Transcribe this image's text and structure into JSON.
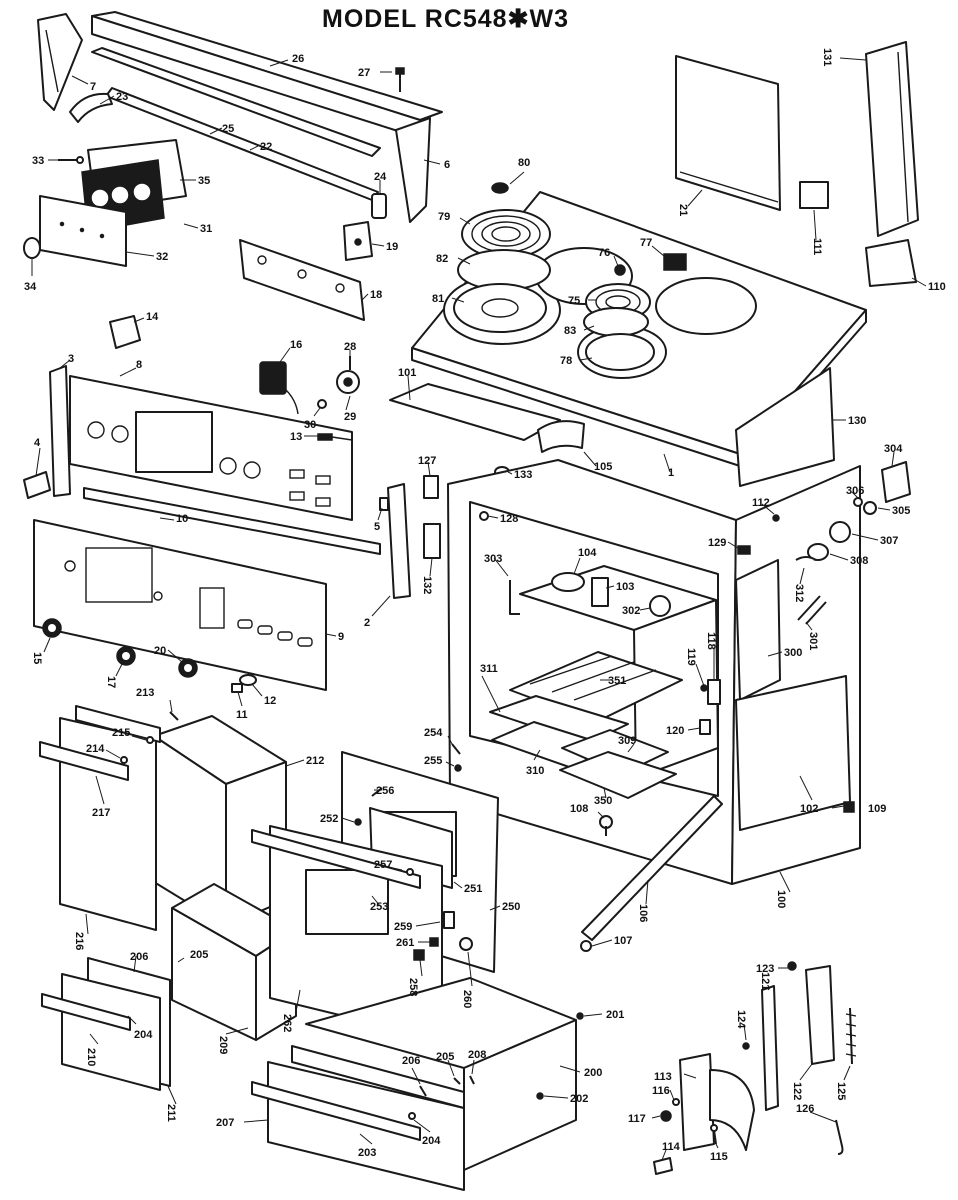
{
  "title": "MODEL RC548✱W3",
  "colors": {
    "ink": "#1a1a1a",
    "paper": "#ffffff"
  },
  "callouts": [
    {
      "id": "c26",
      "label": "26"
    },
    {
      "id": "c27",
      "label": "27"
    },
    {
      "id": "c7",
      "label": "7"
    },
    {
      "id": "c23",
      "label": "23"
    },
    {
      "id": "c25",
      "label": "25"
    },
    {
      "id": "c22",
      "label": "22"
    },
    {
      "id": "c6",
      "label": "6"
    },
    {
      "id": "c24",
      "label": "24"
    },
    {
      "id": "c33",
      "label": "33"
    },
    {
      "id": "c35",
      "label": "35"
    },
    {
      "id": "c31",
      "label": "31"
    },
    {
      "id": "c32",
      "label": "32"
    },
    {
      "id": "c34",
      "label": "34"
    },
    {
      "id": "c19",
      "label": "19"
    },
    {
      "id": "c18",
      "label": "18"
    },
    {
      "id": "c80",
      "label": "80"
    },
    {
      "id": "c79",
      "label": "79"
    },
    {
      "id": "c82",
      "label": "82"
    },
    {
      "id": "c81",
      "label": "81"
    },
    {
      "id": "c76",
      "label": "76"
    },
    {
      "id": "c77",
      "label": "77"
    },
    {
      "id": "c75",
      "label": "75"
    },
    {
      "id": "c83",
      "label": "83"
    },
    {
      "id": "c78",
      "label": "78"
    },
    {
      "id": "c21",
      "label": "21"
    },
    {
      "id": "c131",
      "label": "131"
    },
    {
      "id": "c111",
      "label": "111"
    },
    {
      "id": "c110",
      "label": "110"
    },
    {
      "id": "c14",
      "label": "14"
    },
    {
      "id": "c16",
      "label": "16"
    },
    {
      "id": "c28",
      "label": "28"
    },
    {
      "id": "c29",
      "label": "29"
    },
    {
      "id": "c30",
      "label": "30"
    },
    {
      "id": "c3",
      "label": "3"
    },
    {
      "id": "c8",
      "label": "8"
    },
    {
      "id": "c4",
      "label": "4"
    },
    {
      "id": "c13",
      "label": "13"
    },
    {
      "id": "c101",
      "label": "101"
    },
    {
      "id": "c130",
      "label": "130"
    },
    {
      "id": "c304",
      "label": "304"
    },
    {
      "id": "c127",
      "label": "127"
    },
    {
      "id": "c133",
      "label": "133"
    },
    {
      "id": "c105",
      "label": "105"
    },
    {
      "id": "c1",
      "label": "1"
    },
    {
      "id": "c112",
      "label": "112"
    },
    {
      "id": "c306",
      "label": "306"
    },
    {
      "id": "c305",
      "label": "305"
    },
    {
      "id": "c10",
      "label": "10"
    },
    {
      "id": "c5",
      "label": "5"
    },
    {
      "id": "c128",
      "label": "128"
    },
    {
      "id": "c129",
      "label": "129"
    },
    {
      "id": "c307",
      "label": "307"
    },
    {
      "id": "c308",
      "label": "308"
    },
    {
      "id": "c303",
      "label": "303"
    },
    {
      "id": "c104",
      "label": "104"
    },
    {
      "id": "c103",
      "label": "103"
    },
    {
      "id": "c302",
      "label": "302"
    },
    {
      "id": "c312",
      "label": "312"
    },
    {
      "id": "c132",
      "label": "132"
    },
    {
      "id": "c2",
      "label": "2"
    },
    {
      "id": "c9",
      "label": "9"
    },
    {
      "id": "c301",
      "label": "301"
    },
    {
      "id": "c15",
      "label": "15"
    },
    {
      "id": "c17",
      "label": "17"
    },
    {
      "id": "c20",
      "label": "20"
    },
    {
      "id": "c12",
      "label": "12"
    },
    {
      "id": "c11",
      "label": "11"
    },
    {
      "id": "c351",
      "label": "351"
    },
    {
      "id": "c118",
      "label": "118"
    },
    {
      "id": "c300",
      "label": "300"
    },
    {
      "id": "c119",
      "label": "119"
    },
    {
      "id": "c311",
      "label": "311"
    },
    {
      "id": "c213",
      "label": "213"
    },
    {
      "id": "c215",
      "label": "215"
    },
    {
      "id": "c214",
      "label": "214"
    },
    {
      "id": "c217",
      "label": "217"
    },
    {
      "id": "c212",
      "label": "212"
    },
    {
      "id": "c120",
      "label": "120"
    },
    {
      "id": "c309",
      "label": "309"
    },
    {
      "id": "c254",
      "label": "254"
    },
    {
      "id": "c255",
      "label": "255"
    },
    {
      "id": "c310",
      "label": "310"
    },
    {
      "id": "c256",
      "label": "256"
    },
    {
      "id": "c350",
      "label": "350"
    },
    {
      "id": "c102",
      "label": "102"
    },
    {
      "id": "c108",
      "label": "108"
    },
    {
      "id": "c109",
      "label": "109"
    },
    {
      "id": "c252",
      "label": "252"
    },
    {
      "id": "c257",
      "label": "257"
    },
    {
      "id": "c251",
      "label": "251"
    },
    {
      "id": "c100",
      "label": "100"
    },
    {
      "id": "c253",
      "label": "253"
    },
    {
      "id": "c250",
      "label": "250"
    },
    {
      "id": "c216",
      "label": "216"
    },
    {
      "id": "c259",
      "label": "259"
    },
    {
      "id": "c106",
      "label": "106"
    },
    {
      "id": "c261",
      "label": "261"
    },
    {
      "id": "c107",
      "label": "107"
    },
    {
      "id": "c206a",
      "label": "206"
    },
    {
      "id": "c205a",
      "label": "205"
    },
    {
      "id": "c123",
      "label": "123"
    },
    {
      "id": "c258",
      "label": "258"
    },
    {
      "id": "c260",
      "label": "260"
    },
    {
      "id": "c121",
      "label": "121"
    },
    {
      "id": "c262",
      "label": "262"
    },
    {
      "id": "c201",
      "label": "201"
    },
    {
      "id": "c124",
      "label": "124"
    },
    {
      "id": "c204a",
      "label": "204"
    },
    {
      "id": "c209",
      "label": "209"
    },
    {
      "id": "c210",
      "label": "210"
    },
    {
      "id": "c206b",
      "label": "206"
    },
    {
      "id": "c205b",
      "label": "205"
    },
    {
      "id": "c208",
      "label": "208"
    },
    {
      "id": "c200",
      "label": "200"
    },
    {
      "id": "c122",
      "label": "122"
    },
    {
      "id": "c125",
      "label": "125"
    },
    {
      "id": "c113",
      "label": "113"
    },
    {
      "id": "c211",
      "label": "211"
    },
    {
      "id": "c202",
      "label": "202"
    },
    {
      "id": "c116",
      "label": "116"
    },
    {
      "id": "c207",
      "label": "207"
    },
    {
      "id": "c117",
      "label": "117"
    },
    {
      "id": "c126",
      "label": "126"
    },
    {
      "id": "c204b",
      "label": "204"
    },
    {
      "id": "c203",
      "label": "203"
    },
    {
      "id": "c115",
      "label": "115"
    },
    {
      "id": "c114",
      "label": "114"
    }
  ]
}
